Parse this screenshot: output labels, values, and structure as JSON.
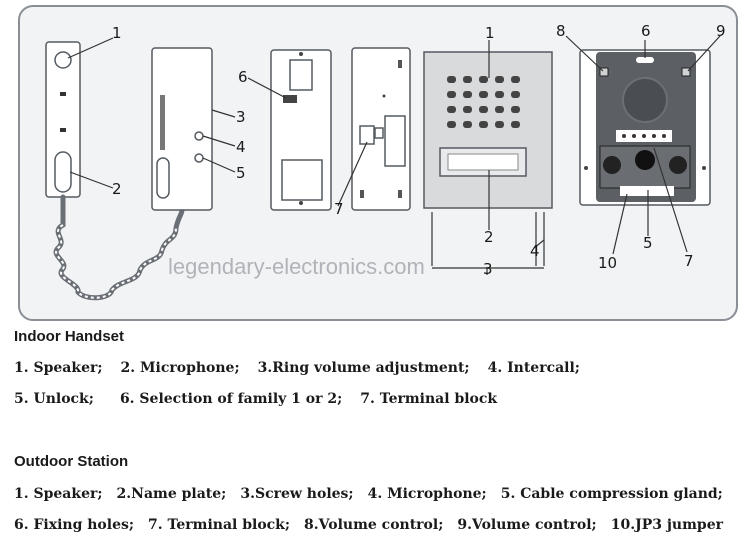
{
  "watermark": "legendary-electronics.com",
  "callouts": {
    "handset": [
      "1",
      "2",
      "3",
      "4",
      "5"
    ],
    "handset_back": [
      "6",
      "7"
    ],
    "outdoor_front": [
      "1",
      "2",
      "3",
      "4"
    ],
    "outdoor_back": [
      "8",
      "6",
      "9",
      "10",
      "5",
      "7"
    ]
  },
  "indoor": {
    "heading": "Indoor Handset",
    "line1": [
      "1. Speaker;",
      "2. Microphone;",
      "3.Ring volume adjustment;",
      "4. Intercall;"
    ],
    "line2": [
      "5. Unlock;",
      "6. Selection of family 1 or 2;",
      "7. Terminal block"
    ]
  },
  "outdoor": {
    "heading": "Outdoor Station",
    "line1": [
      "1. Speaker;",
      "2.Name plate;",
      "3.Screw holes;",
      "4. Microphone;",
      "5. Cable  compression gland;"
    ],
    "line2": [
      "6. Fixing holes;",
      "7. Terminal block;",
      "8.Volume control;",
      "9.Volume control;",
      "10.JP3 jumper"
    ]
  },
  "colors": {
    "frame_bg": "#f2f3f4",
    "frame_border": "#8a8f96",
    "outline": "#555b62",
    "back_panel": "#5c5f63",
    "plate": "#d9dadc"
  }
}
